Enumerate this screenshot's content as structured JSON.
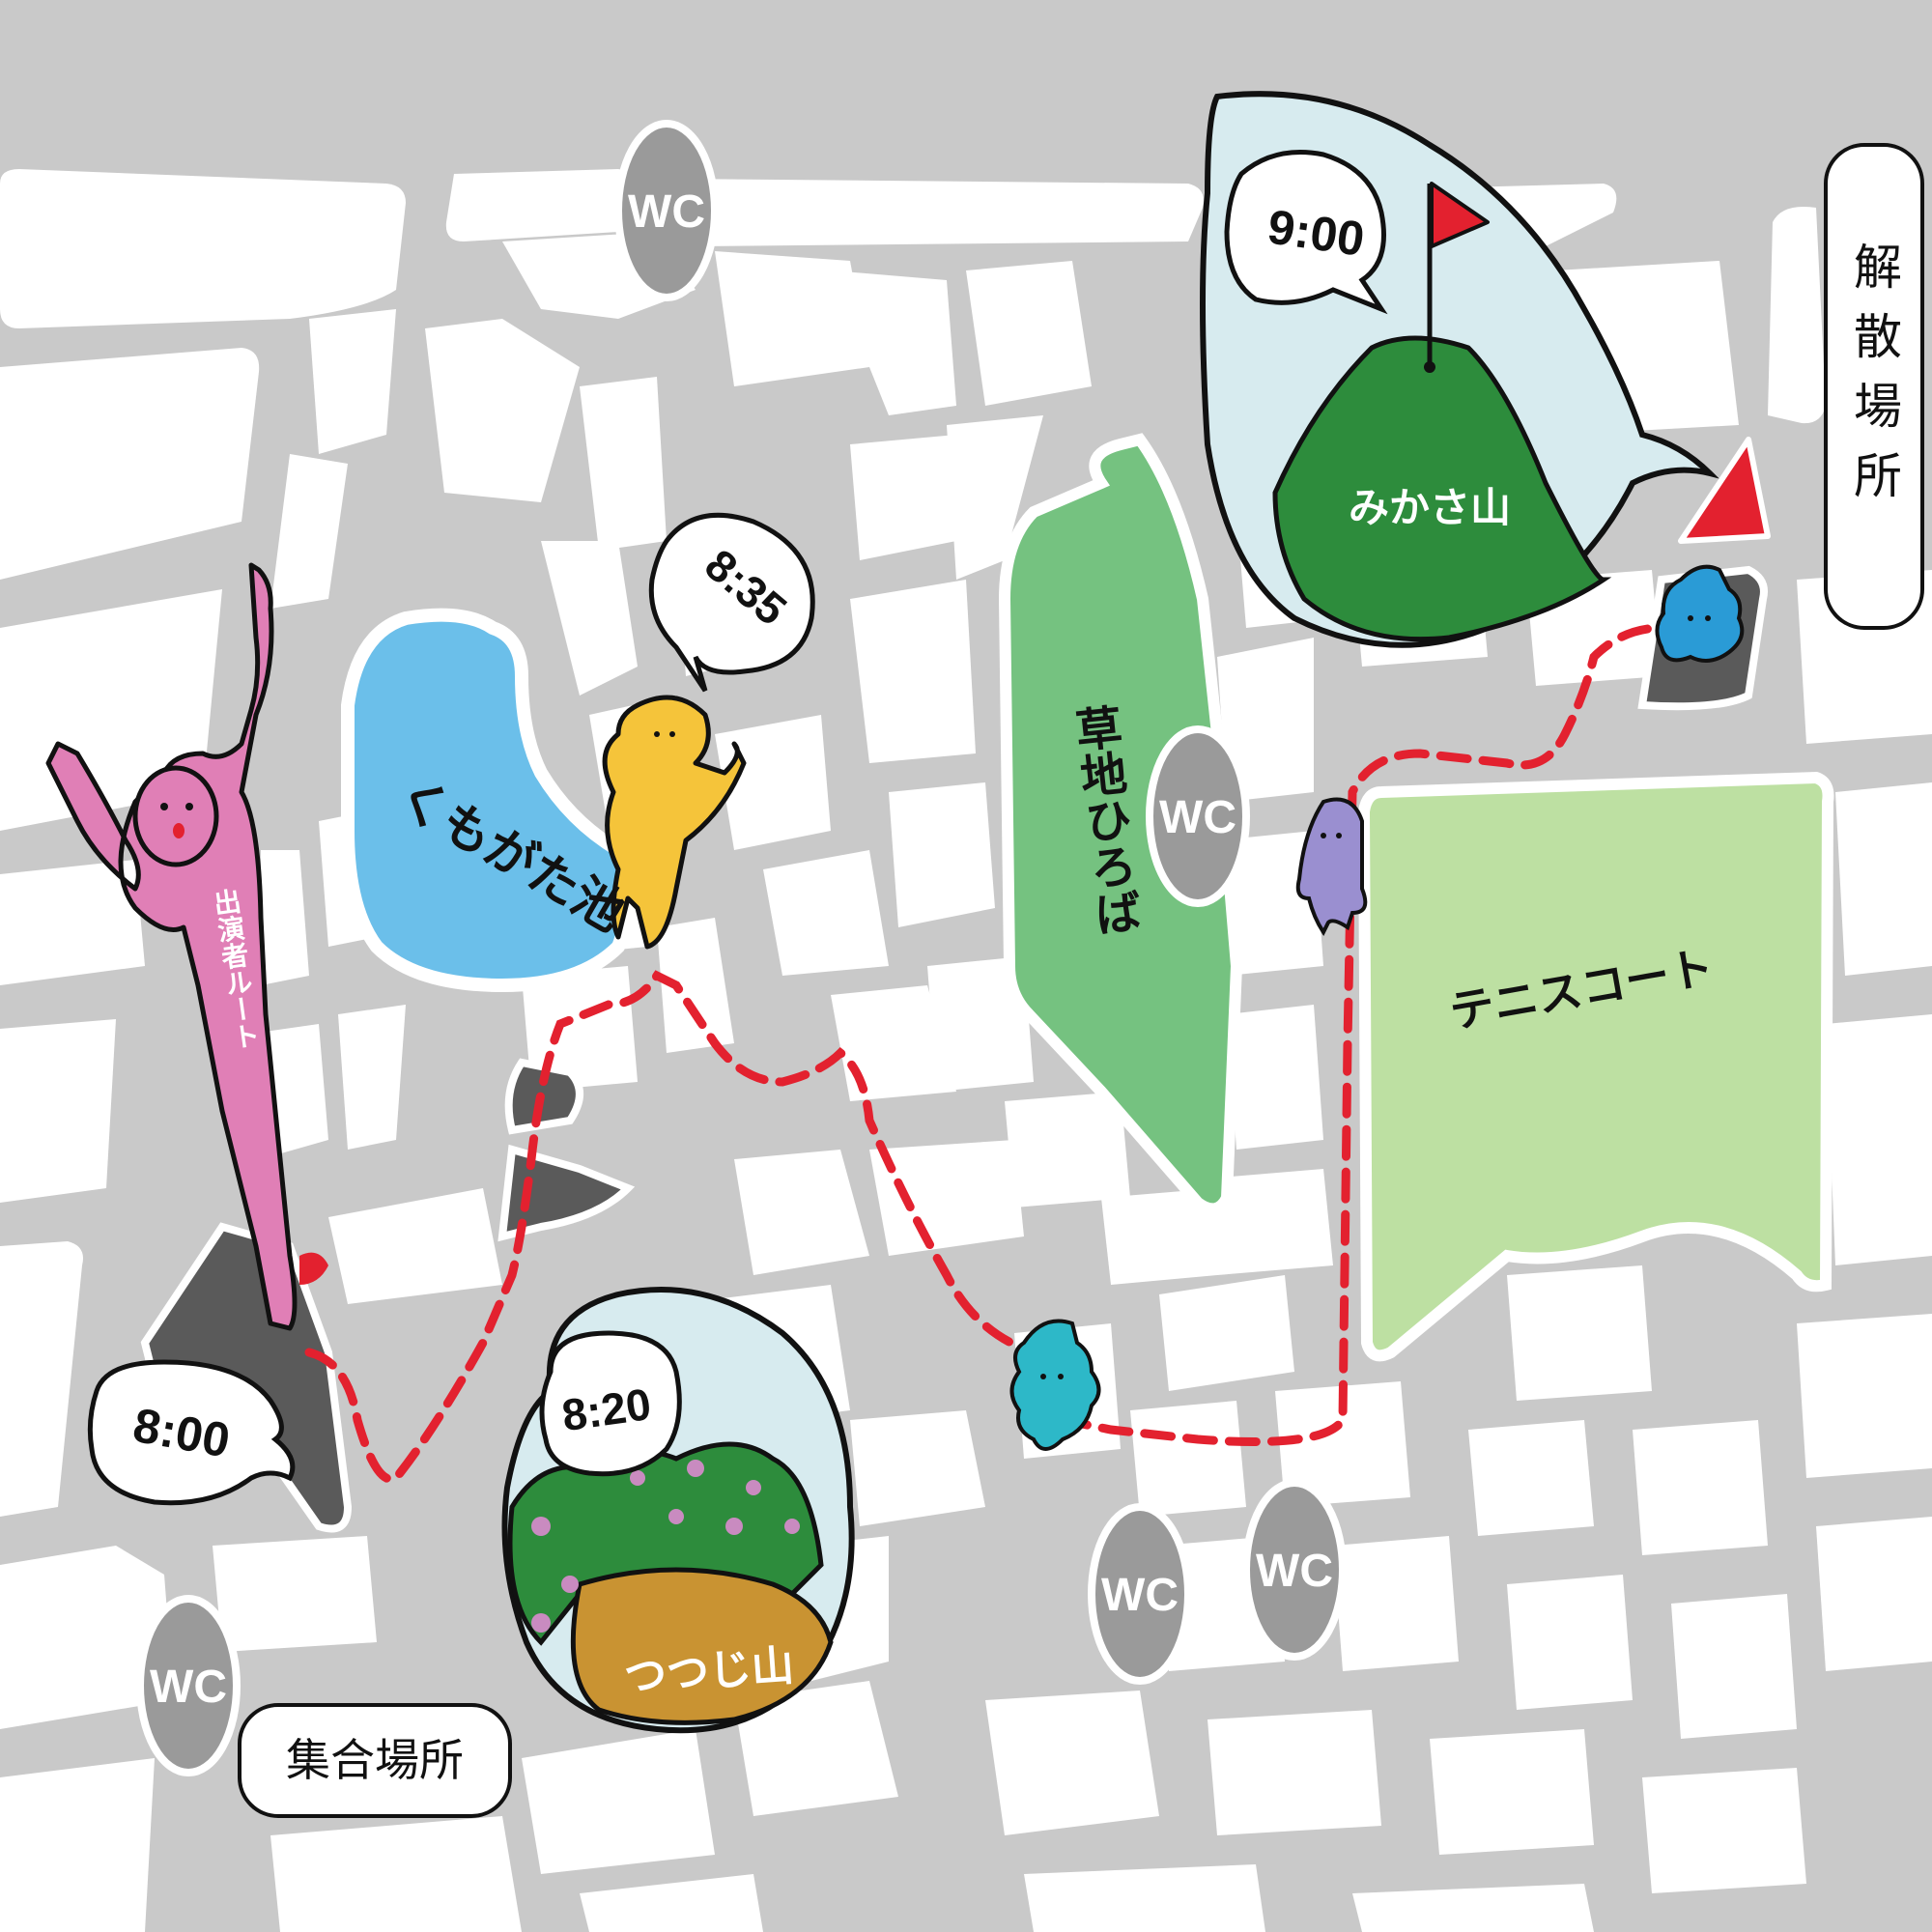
{
  "map": {
    "start_label": "集合場所",
    "end_label": "解散場所",
    "performer_route_label": "出演者ルート",
    "colors": {
      "path_grey": "#c9c9c9",
      "route_red": "#e3212f",
      "pond_blue": "#6bbfea",
      "lawn_green": "#75c280",
      "court_green": "#bde0a2",
      "mountain_green": "#2d8c3c",
      "wc_grey": "#9a9a9a",
      "performer_pink": "#e07fb6",
      "sky_blue": "#d7ebef"
    },
    "places": {
      "pond": "くもがた池",
      "lawn": "草地ひろば",
      "court": "テニスコート",
      "azalea_hill": "つつじ山",
      "mikasa_hill": "みかさ山"
    },
    "times": {
      "start": "8:00",
      "azalea": "8:20",
      "pond": "8:35",
      "mikasa": "9:00"
    },
    "wc": {
      "label": "WC",
      "icon": "toilet-marker"
    },
    "icons": {
      "goal": "goal-flag",
      "direction": "red-arrow"
    }
  }
}
